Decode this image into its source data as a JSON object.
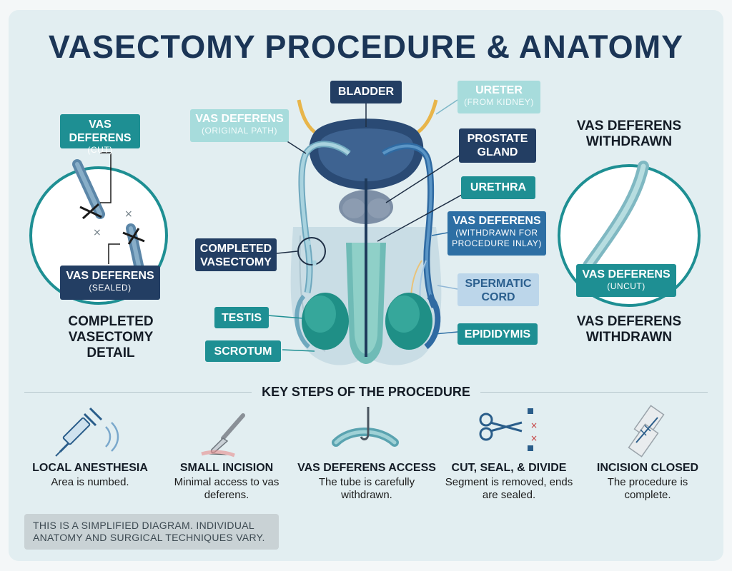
{
  "title": "VASECTOMY PROCEDURE & ANATOMY",
  "labels": {
    "bladder": "BLADDER",
    "ureter": "URETER",
    "ureter_sub": "(FROM KIDNEY)",
    "vas_original": "VAS DEFERENS",
    "vas_original_sub": "(ORIGINAL PATH)",
    "prostate": "PROSTATE GLAND",
    "urethra": "URETHRA",
    "vas_withdrawn": "VAS DEFERENS",
    "vas_withdrawn_sub": "(WITHDRAWN FOR PROCEDURE INLAY)",
    "completed_vasectomy": "COMPLETED VASECTOMY",
    "spermatic_cord": "SPERMATIC CORD",
    "testis": "TESTIS",
    "scrotum": "SCROTUM",
    "epididymis": "EPIDIDYMIS"
  },
  "left_inset": {
    "top_label": "VAS DEFERENS",
    "top_sub": "(CUT)",
    "bottom_label": "VAS DEFERENS",
    "bottom_sub": "(SEALED)",
    "caption": "COMPLETED VASECTOMY DETAIL"
  },
  "right_inset": {
    "heading": "VAS DEFERENS WITHDRAWN",
    "label": "VAS DEFERENS",
    "sub": "(UNCUT)",
    "caption": "VAS DEFERENS WITHDRAWN"
  },
  "steps_title": "KEY STEPS OF THE PROCEDURE",
  "steps": [
    {
      "title": "LOCAL ANESTHESIA",
      "desc": "Area is numbed.",
      "icon": "syringe-icon"
    },
    {
      "title": "SMALL INCISION",
      "desc": "Minimal access to vas deferens.",
      "icon": "scalpel-icon"
    },
    {
      "title": "VAS DEFERENS ACCESS",
      "desc": "The tube is carefully withdrawn.",
      "icon": "hook-icon"
    },
    {
      "title": "CUT, SEAL, & DIVIDE",
      "desc": "Segment is removed, ends are sealed.",
      "icon": "scissors-icon"
    },
    {
      "title": "INCISION CLOSED",
      "desc": "The procedure is complete.",
      "icon": "bandage-icon"
    }
  ],
  "disclaimer": "THIS IS A SIMPLIFIED DIAGRAM. INDIVIDUAL ANATOMY AND SURGICAL TECHNIQUES VARY."
}
